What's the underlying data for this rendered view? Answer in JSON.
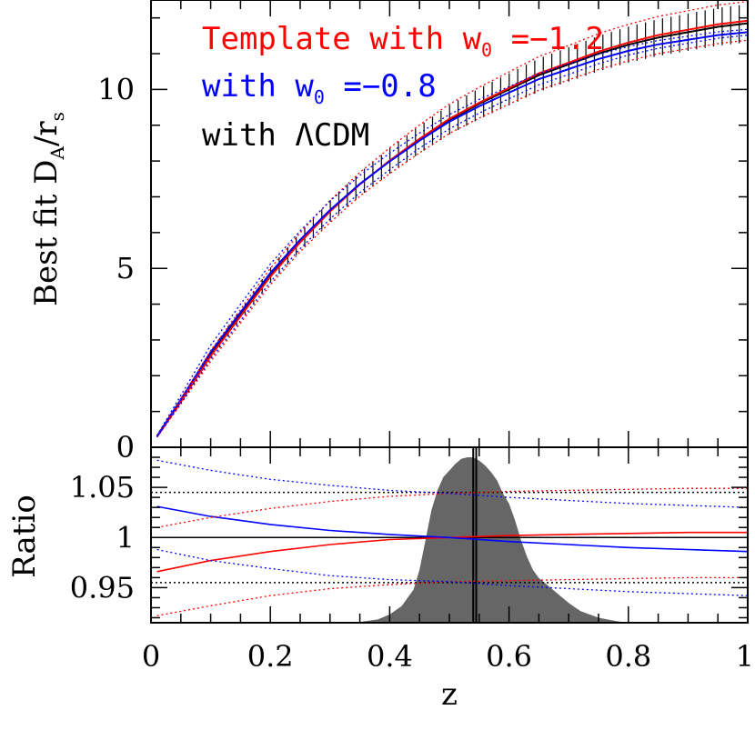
{
  "chart_data": [
    {
      "type": "line",
      "panel": "top",
      "xlabel": "z",
      "ylabel": "Best fit D",
      "ylabel_sub_A": "A",
      "ylabel_mid": "/r",
      "ylabel_sub_s": "s",
      "xlim": [
        0,
        1
      ],
      "ylim": [
        0,
        12.5
      ],
      "yticks": [
        0,
        5,
        10
      ],
      "ytick_labels": [
        "0",
        "5",
        "10"
      ],
      "legend": {
        "placement": "top-left",
        "line1": "Template with w",
        "line1_sub": "0",
        "line1_tail": " =−1.2",
        "line2": "with w",
        "line2_sub": "0",
        "line2_tail": " =−0.8",
        "line3": "with ΛCDM"
      },
      "x": [
        0.01,
        0.05,
        0.1,
        0.15,
        0.2,
        0.25,
        0.3,
        0.35,
        0.4,
        0.45,
        0.5,
        0.55,
        0.6,
        0.65,
        0.7,
        0.75,
        0.8,
        0.85,
        0.9,
        0.95,
        1.0
      ],
      "series": [
        {
          "color": "#000000",
          "style": "solid",
          "values": [
            0.3,
            1.3,
            2.6,
            3.7,
            4.8,
            5.75,
            6.6,
            7.35,
            8.0,
            8.6,
            9.15,
            9.6,
            10.0,
            10.4,
            10.7,
            11.0,
            11.25,
            11.45,
            11.6,
            11.75,
            11.85
          ],
          "errorbars": true,
          "err_frac": 0.045
        },
        {
          "color": "#ff0000",
          "style": "solid",
          "values": [
            0.29,
            1.27,
            2.55,
            3.66,
            4.77,
            5.73,
            6.59,
            7.35,
            8.01,
            8.62,
            9.18,
            9.63,
            10.04,
            10.45,
            10.75,
            11.06,
            11.31,
            11.52,
            11.67,
            11.82,
            11.92
          ]
        },
        {
          "color": "#0000ff",
          "style": "solid",
          "values": [
            0.31,
            1.34,
            2.66,
            3.77,
            4.87,
            5.8,
            6.63,
            7.36,
            7.99,
            8.57,
            9.1,
            9.53,
            9.91,
            10.29,
            10.57,
            10.85,
            11.08,
            11.26,
            11.39,
            11.52,
            11.6
          ]
        },
        {
          "color": "#ff0000",
          "style": "dotted",
          "values": [
            0.3,
            1.33,
            2.7,
            3.85,
            5.0,
            5.99,
            6.9,
            7.68,
            8.37,
            9.01,
            9.59,
            10.06,
            10.49,
            10.92,
            11.23,
            11.56,
            11.82,
            12.04,
            12.2,
            12.36,
            12.46
          ]
        },
        {
          "color": "#ff0000",
          "style": "dotted",
          "values": [
            0.28,
            1.21,
            2.4,
            3.47,
            4.54,
            5.47,
            6.28,
            7.02,
            7.65,
            8.23,
            8.77,
            9.2,
            9.59,
            9.98,
            10.27,
            10.56,
            10.8,
            11.0,
            11.14,
            11.28,
            11.38
          ]
        },
        {
          "color": "#0000ff",
          "style": "dotted",
          "values": [
            0.33,
            1.45,
            2.85,
            4.0,
            5.12,
            6.05,
            6.88,
            7.6,
            8.22,
            8.78,
            9.3,
            9.72,
            10.08,
            10.45,
            10.72,
            10.98,
            11.2,
            11.37,
            11.49,
            11.61,
            11.68
          ]
        },
        {
          "color": "#0000ff",
          "style": "dotted",
          "values": [
            0.29,
            1.23,
            2.47,
            3.54,
            4.62,
            5.55,
            6.38,
            7.12,
            7.76,
            8.36,
            8.9,
            9.34,
            9.74,
            10.13,
            10.42,
            10.72,
            10.96,
            11.15,
            11.29,
            11.43,
            11.52
          ]
        }
      ]
    },
    {
      "type": "line",
      "panel": "bottom",
      "xlabel": "z",
      "ylabel": "Ratio",
      "xlim": [
        0,
        1
      ],
      "ylim": [
        0.915,
        1.09
      ],
      "xticks": [
        0,
        0.2,
        0.4,
        0.6,
        0.8,
        1
      ],
      "xtick_labels": [
        "0",
        "0.2",
        "0.4",
        "0.6",
        "0.8",
        "1"
      ],
      "yticks": [
        0.95,
        1,
        1.05
      ],
      "ytick_labels": [
        "0.95",
        "1",
        "1.05"
      ],
      "hlines": [
        {
          "y": 1.0,
          "color": "#000000",
          "style": "solid"
        },
        {
          "y": 1.045,
          "color": "#000000",
          "style": "dotted"
        },
        {
          "y": 0.955,
          "color": "#000000",
          "style": "dotted"
        }
      ],
      "vlines": [
        0.54,
        0.545
      ],
      "x": [
        0.01,
        0.1,
        0.2,
        0.3,
        0.4,
        0.5,
        0.6,
        0.7,
        0.8,
        0.9,
        1.0
      ],
      "series": [
        {
          "color": "#ff0000",
          "style": "solid",
          "values": [
            0.966,
            0.977,
            0.986,
            0.993,
            0.998,
            1.0,
            1.002,
            1.003,
            1.004,
            1.005,
            1.005
          ]
        },
        {
          "color": "#0000ff",
          "style": "solid",
          "values": [
            1.031,
            1.021,
            1.013,
            1.007,
            1.003,
            1.0,
            0.996,
            0.993,
            0.99,
            0.988,
            0.986
          ]
        },
        {
          "color": "#ff0000",
          "style": "dotted",
          "values": [
            1.01,
            1.02,
            1.029,
            1.036,
            1.041,
            1.044,
            1.046,
            1.047,
            1.048,
            1.049,
            1.049
          ]
        },
        {
          "color": "#ff0000",
          "style": "dotted",
          "values": [
            0.922,
            0.932,
            0.942,
            0.949,
            0.953,
            0.956,
            0.957,
            0.958,
            0.959,
            0.96,
            0.96
          ]
        },
        {
          "color": "#0000ff",
          "style": "dotted",
          "values": [
            1.077,
            1.067,
            1.058,
            1.052,
            1.047,
            1.044,
            1.04,
            1.037,
            1.034,
            1.032,
            1.03
          ]
        },
        {
          "color": "#0000ff",
          "style": "dotted",
          "values": [
            0.988,
            0.977,
            0.969,
            0.962,
            0.958,
            0.956,
            0.952,
            0.949,
            0.946,
            0.944,
            0.942
          ]
        }
      ],
      "histogram": {
        "color": "#666666",
        "x": [
          0.0,
          0.2,
          0.3,
          0.35,
          0.38,
          0.4,
          0.42,
          0.44,
          0.45,
          0.46,
          0.47,
          0.48,
          0.49,
          0.5,
          0.51,
          0.52,
          0.53,
          0.54,
          0.55,
          0.56,
          0.57,
          0.58,
          0.59,
          0.6,
          0.61,
          0.62,
          0.63,
          0.64,
          0.65,
          0.66,
          0.68,
          0.7,
          0.72,
          0.75,
          0.78,
          0.8,
          1.0
        ],
        "values": [
          0.0,
          0.0,
          0.002,
          0.005,
          0.02,
          0.05,
          0.1,
          0.2,
          0.32,
          0.5,
          0.68,
          0.8,
          0.88,
          0.92,
          0.96,
          0.99,
          1.0,
          1.0,
          0.98,
          0.95,
          0.91,
          0.86,
          0.78,
          0.72,
          0.62,
          0.5,
          0.4,
          0.32,
          0.27,
          0.24,
          0.18,
          0.12,
          0.07,
          0.03,
          0.01,
          0.0,
          0.0
        ]
      }
    }
  ]
}
